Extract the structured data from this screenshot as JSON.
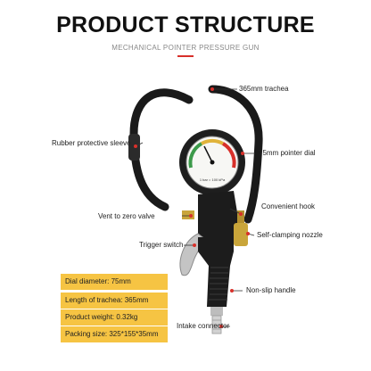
{
  "header": {
    "title": "PRODUCT STRUCTURE",
    "subtitle": "MECHANICAL POINTER PRESSURE GUN"
  },
  "colors": {
    "accent": "#d8302a",
    "spec_box": "#f6c443",
    "hose": "#1a1a1a",
    "brass": "#c9a53a"
  },
  "labels": {
    "trachea": "365mm trachea",
    "sleeve": "Rubber protective sleeve",
    "dial": "75mm pointer dial",
    "hook": "Convenient hook",
    "vent": "Vent to zero valve",
    "nozzle": "Self-clamping nozzle",
    "trigger": "Trigger switch",
    "handle": "Non-slip handle",
    "intake": "Intake connector"
  },
  "gauge": {
    "scale_text": "1 bar = 100 kPa",
    "icons": [
      "gauge-dial-icon"
    ]
  },
  "specs": [
    "Dial diameter: 75mm",
    "Length of trachea: 365mm",
    "Product weight: 0.32kg",
    "Packing size: 325*155*35mm"
  ]
}
